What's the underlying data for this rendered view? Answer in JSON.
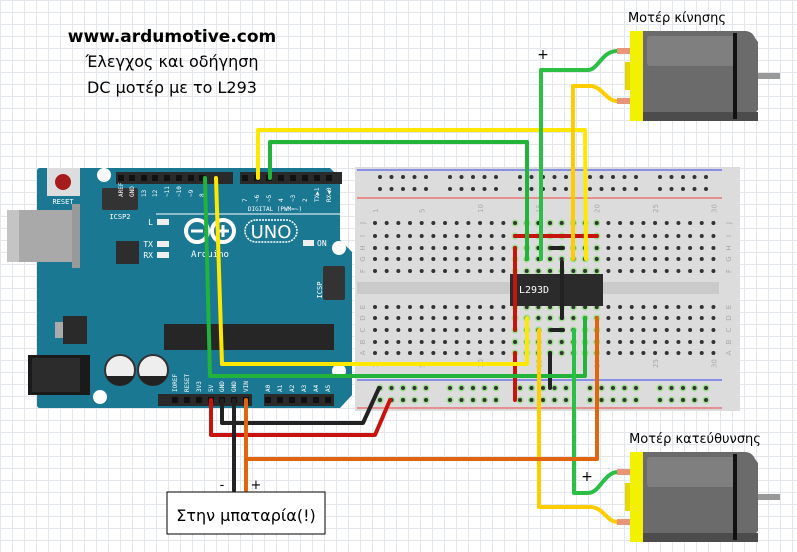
{
  "header": {
    "site": "www.ardumotive.com",
    "line1": "Έλεγχος και οδήγηση",
    "line2": "DC μοτέρ με το L293"
  },
  "motors": [
    {
      "label": "Μοτέρ κίνησης",
      "polarity": "+"
    },
    {
      "label": "Μοτέρ κατεύθυνσης",
      "polarity": "+"
    }
  ],
  "battery": {
    "label": "Στην μπαταρία(!)",
    "minus": "-",
    "plus": "+"
  },
  "chip": {
    "label": "L293D"
  },
  "arduino": {
    "reset": "RESET",
    "icsp2": "ICSP2",
    "icsp": "ICSP",
    "model": "UNO",
    "brand": "Arduino",
    "digital": "DIGITAL (PWM=~)",
    "on": "ON",
    "led_l": "L",
    "tx": "TX",
    "rx": "RX",
    "top_pins_left": [
      "AREF",
      "GND",
      "13",
      "12",
      "~11",
      "~10",
      "~9",
      "8"
    ],
    "top_pins_right": [
      "7",
      "~6",
      "~5",
      "4",
      "~3",
      "2",
      "TX▶1",
      "RX◀0"
    ],
    "power_pins": [
      "IOREF",
      "RESET",
      "3V3",
      "5V",
      "GND",
      "GND",
      "VIN"
    ],
    "analog_pins": [
      "A0",
      "A1",
      "A2",
      "A3",
      "A4",
      "A5"
    ]
  },
  "breadboard": {
    "col_labels": [
      "1",
      "5",
      "10",
      "15",
      "20",
      "25",
      "30"
    ],
    "row_labels_top": [
      "J",
      "I",
      "H",
      "G",
      "F"
    ],
    "row_labels_bottom": [
      "E",
      "D",
      "C",
      "B",
      "A"
    ]
  },
  "colors": {
    "board": "#1a7893",
    "wire_red": "#c8140f",
    "wire_black": "#222222",
    "wire_yellow": "#ffd200",
    "wire_green": "#22b33a",
    "wire_orange": "#e0650e",
    "motor_body": "#6b6b6b",
    "motor_cap": "#f2f200"
  }
}
